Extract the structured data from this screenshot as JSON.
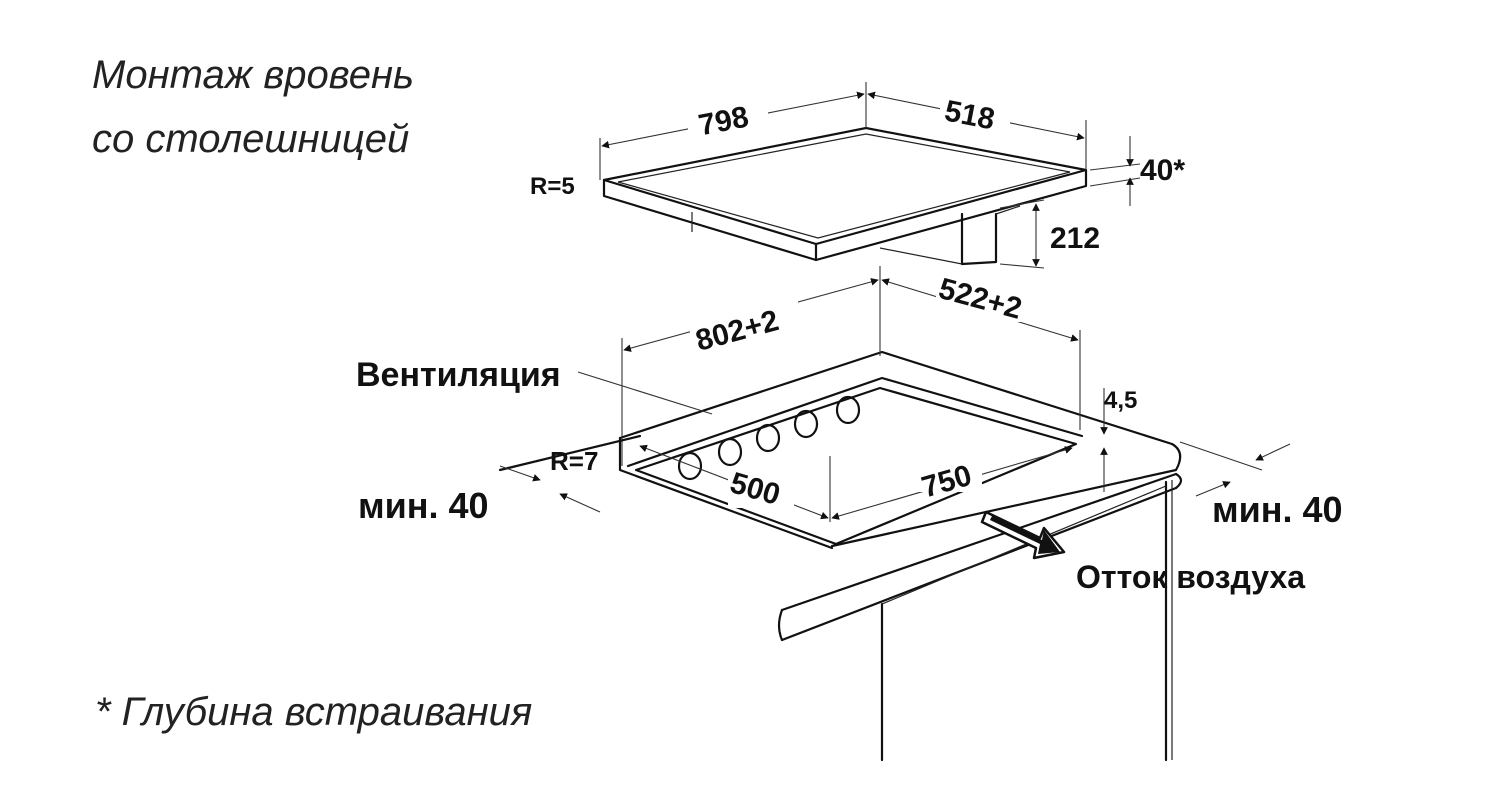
{
  "title": {
    "line1": "Монтаж вровень",
    "line2": "со столешницей"
  },
  "footnote": "* Глубина встраивания",
  "hob_dims": {
    "width": "798",
    "depth": "518",
    "radius": "R=5",
    "thickness": "40*",
    "height": "212"
  },
  "cutout_dims": {
    "width": "802+2",
    "depth": "522+2",
    "radius": "R=7",
    "inner_width": "750",
    "inner_depth": "500",
    "rebate": "4,5"
  },
  "labels": {
    "ventilation": "Вентиляция",
    "min_left": "мин. 40",
    "min_right": "мин. 40",
    "airflow": "Отток воздуха"
  },
  "icons": {
    "airflow_arrow": "airflow-arrow-icon"
  }
}
